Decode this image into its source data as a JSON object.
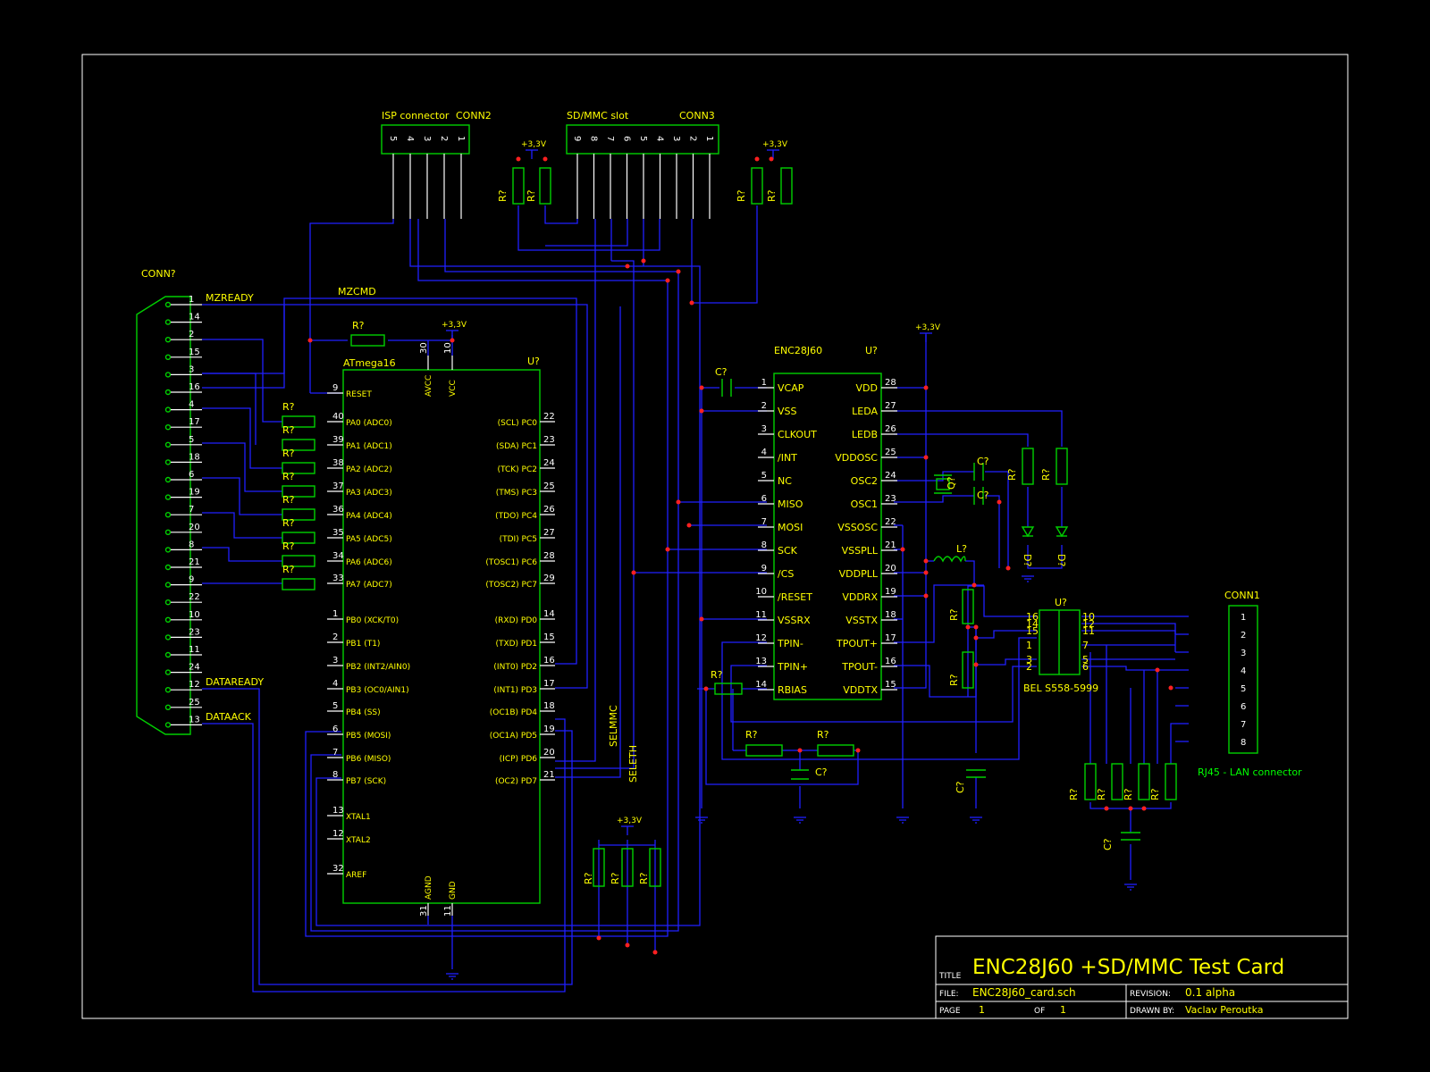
{
  "title_block": {
    "title_label": "TITLE",
    "title": "ENC28J60 +SD/MMC Test Card",
    "file_label": "FILE:",
    "file": "ENC28J60_card.sch",
    "revision_label": "REVISION:",
    "revision": "0.1 alpha",
    "page_label": "PAGE",
    "page": "1",
    "of_label": "OF",
    "of": "1",
    "drawn_by_label": "DRAWN BY:",
    "drawn_by": "Vaclav Peroutka"
  },
  "colors": {
    "background": "#000000",
    "wire": "#2020ff",
    "part": "#00d000",
    "pin_text": "#ffffff",
    "junction": "#ff2020",
    "label": "#ffff00",
    "frame": "#ffffff"
  },
  "labels": {
    "mzready": "MZREADY",
    "mzcmd": "MZCMD",
    "dataready": "DATAREADY",
    "dataack": "DATAACK",
    "selmmc": "SELMMC",
    "seleth": "SELETH",
    "v33": "+3,3V",
    "r_ref": "R?",
    "c_ref": "C?",
    "u_ref": "U?",
    "l_ref": "L?",
    "q_ref": "Q?",
    "d_ref": "D?",
    "bel": "BEL S558-5999",
    "rj45": "RJ45 - LAN connector"
  },
  "isp": {
    "name": "ISP connector",
    "ref": "CONN2",
    "pins": [
      "5",
      "4",
      "3",
      "2",
      "1"
    ]
  },
  "sd": {
    "name": "SD/MMC slot",
    "ref": "CONN3",
    "pins": [
      "9",
      "8",
      "7",
      "6",
      "5",
      "4",
      "3",
      "2",
      "1"
    ]
  },
  "db25": {
    "ref": "CONN?",
    "pins": [
      "1",
      "14",
      "2",
      "15",
      "3",
      "16",
      "4",
      "17",
      "5",
      "18",
      "6",
      "19",
      "7",
      "20",
      "8",
      "21",
      "9",
      "22",
      "10",
      "23",
      "11",
      "24",
      "12",
      "25",
      "13"
    ]
  },
  "mcu": {
    "ref": "U?",
    "name": "ATmega16",
    "top_pins": [
      {
        "num": "30",
        "name": "AVCC"
      },
      {
        "num": "10",
        "name": "VCC"
      }
    ],
    "bottom_pins": [
      {
        "num": "31",
        "name": "AGND"
      },
      {
        "num": "11",
        "name": "GND"
      }
    ],
    "left": [
      {
        "num": "9",
        "name": "RESET"
      },
      {
        "num": "40",
        "name": "PA0 (ADC0)"
      },
      {
        "num": "39",
        "name": "PA1 (ADC1)"
      },
      {
        "num": "38",
        "name": "PA2 (ADC2)"
      },
      {
        "num": "37",
        "name": "PA3 (ADC3)"
      },
      {
        "num": "36",
        "name": "PA4 (ADC4)"
      },
      {
        "num": "35",
        "name": "PA5 (ADC5)"
      },
      {
        "num": "34",
        "name": "PA6 (ADC6)"
      },
      {
        "num": "33",
        "name": "PA7 (ADC7)"
      },
      {
        "num": "1",
        "name": "PB0 (XCK/T0)"
      },
      {
        "num": "2",
        "name": "PB1 (T1)"
      },
      {
        "num": "3",
        "name": "PB2 (INT2/AIN0)"
      },
      {
        "num": "4",
        "name": "PB3 (OC0/AIN1)"
      },
      {
        "num": "5",
        "name": "PB4 (SS)"
      },
      {
        "num": "6",
        "name": "PB5 (MOSI)"
      },
      {
        "num": "7",
        "name": "PB6 (MISO)"
      },
      {
        "num": "8",
        "name": "PB7 (SCK)"
      },
      {
        "num": "13",
        "name": "XTAL1"
      },
      {
        "num": "12",
        "name": "XTAL2"
      },
      {
        "num": "32",
        "name": "AREF"
      }
    ],
    "right": [
      {
        "num": "22",
        "name": "(SCL) PC0"
      },
      {
        "num": "23",
        "name": "(SDA) PC1"
      },
      {
        "num": "24",
        "name": "(TCK) PC2"
      },
      {
        "num": "25",
        "name": "(TMS) PC3"
      },
      {
        "num": "26",
        "name": "(TDO) PC4"
      },
      {
        "num": "27",
        "name": "(TDI) PC5"
      },
      {
        "num": "28",
        "name": "(TOSC1) PC6"
      },
      {
        "num": "29",
        "name": "(TOSC2) PC7"
      },
      {
        "num": "14",
        "name": "(RXD) PD0"
      },
      {
        "num": "15",
        "name": "(TXD) PD1"
      },
      {
        "num": "16",
        "name": "(INT0) PD2"
      },
      {
        "num": "17",
        "name": "(INT1) PD3"
      },
      {
        "num": "18",
        "name": "(OC1B) PD4"
      },
      {
        "num": "19",
        "name": "(OC1A) PD5"
      },
      {
        "num": "20",
        "name": "(ICP) PD6"
      },
      {
        "num": "21",
        "name": "(OC2) PD7"
      }
    ]
  },
  "enc": {
    "ref": "U?",
    "name": "ENC28J60",
    "left": [
      {
        "num": "1",
        "name": "VCAP"
      },
      {
        "num": "2",
        "name": "VSS"
      },
      {
        "num": "3",
        "name": "CLKOUT"
      },
      {
        "num": "4",
        "name": "/INT"
      },
      {
        "num": "5",
        "name": "NC"
      },
      {
        "num": "6",
        "name": "MISO"
      },
      {
        "num": "7",
        "name": "MOSI"
      },
      {
        "num": "8",
        "name": "SCK"
      },
      {
        "num": "9",
        "name": "/CS"
      },
      {
        "num": "10",
        "name": "/RESET"
      },
      {
        "num": "11",
        "name": "VSSRX"
      },
      {
        "num": "12",
        "name": "TPIN-"
      },
      {
        "num": "13",
        "name": "TPIN+"
      },
      {
        "num": "14",
        "name": "RBIAS"
      }
    ],
    "right": [
      {
        "num": "28",
        "name": "VDD"
      },
      {
        "num": "27",
        "name": "LEDA"
      },
      {
        "num": "26",
        "name": "LEDB"
      },
      {
        "num": "25",
        "name": "VDDOSC"
      },
      {
        "num": "24",
        "name": "OSC2"
      },
      {
        "num": "23",
        "name": "OSC1"
      },
      {
        "num": "22",
        "name": "VSSOSC"
      },
      {
        "num": "21",
        "name": "VSSPLL"
      },
      {
        "num": "20",
        "name": "VDDPLL"
      },
      {
        "num": "19",
        "name": "VDDRX"
      },
      {
        "num": "18",
        "name": "VSSTX"
      },
      {
        "num": "17",
        "name": "TPOUT+"
      },
      {
        "num": "16",
        "name": "TPOUT-"
      },
      {
        "num": "15",
        "name": "VDDTX"
      }
    ]
  },
  "transformer": {
    "left_pins": [
      "16",
      "14",
      "15",
      "1",
      "3",
      "2"
    ],
    "right_pins": [
      "10",
      "12",
      "11",
      "7",
      "5",
      "6"
    ]
  },
  "rj45": {
    "ref": "CONN1",
    "pins": [
      "1",
      "2",
      "3",
      "4",
      "5",
      "6",
      "7",
      "8"
    ]
  }
}
